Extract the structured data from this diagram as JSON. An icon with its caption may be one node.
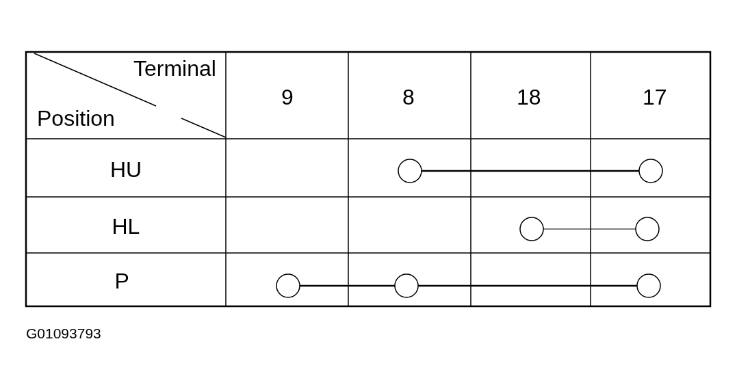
{
  "diagram": {
    "nodes": [
      {
        "text": [],
        "shape": "circle"
      },
      {
        "text": [],
        "shape": "circle"
      },
      {
        "text": [],
        "shape": "circle"
      },
      {
        "text": [],
        "shape": "circle"
      },
      {
        "text": [],
        "shape": "circle"
      },
      {
        "text": [],
        "shape": "circle"
      },
      {
        "text": [],
        "shape": "circle"
      }
    ],
    "edges": [
      {
        "from": 0,
        "to": 1,
        "arrow": "none"
      },
      {
        "from": 2,
        "to": 3,
        "arrow": "none"
      },
      {
        "from": 4,
        "to": 5,
        "arrow": "none"
      },
      {
        "from": 5,
        "to": 6,
        "arrow": "none"
      }
    ],
    "labels": [
      "Terminal",
      "Position",
      "9",
      "8",
      "18",
      "17",
      "HU",
      "HL",
      "P",
      "G01093793"
    ]
  }
}
